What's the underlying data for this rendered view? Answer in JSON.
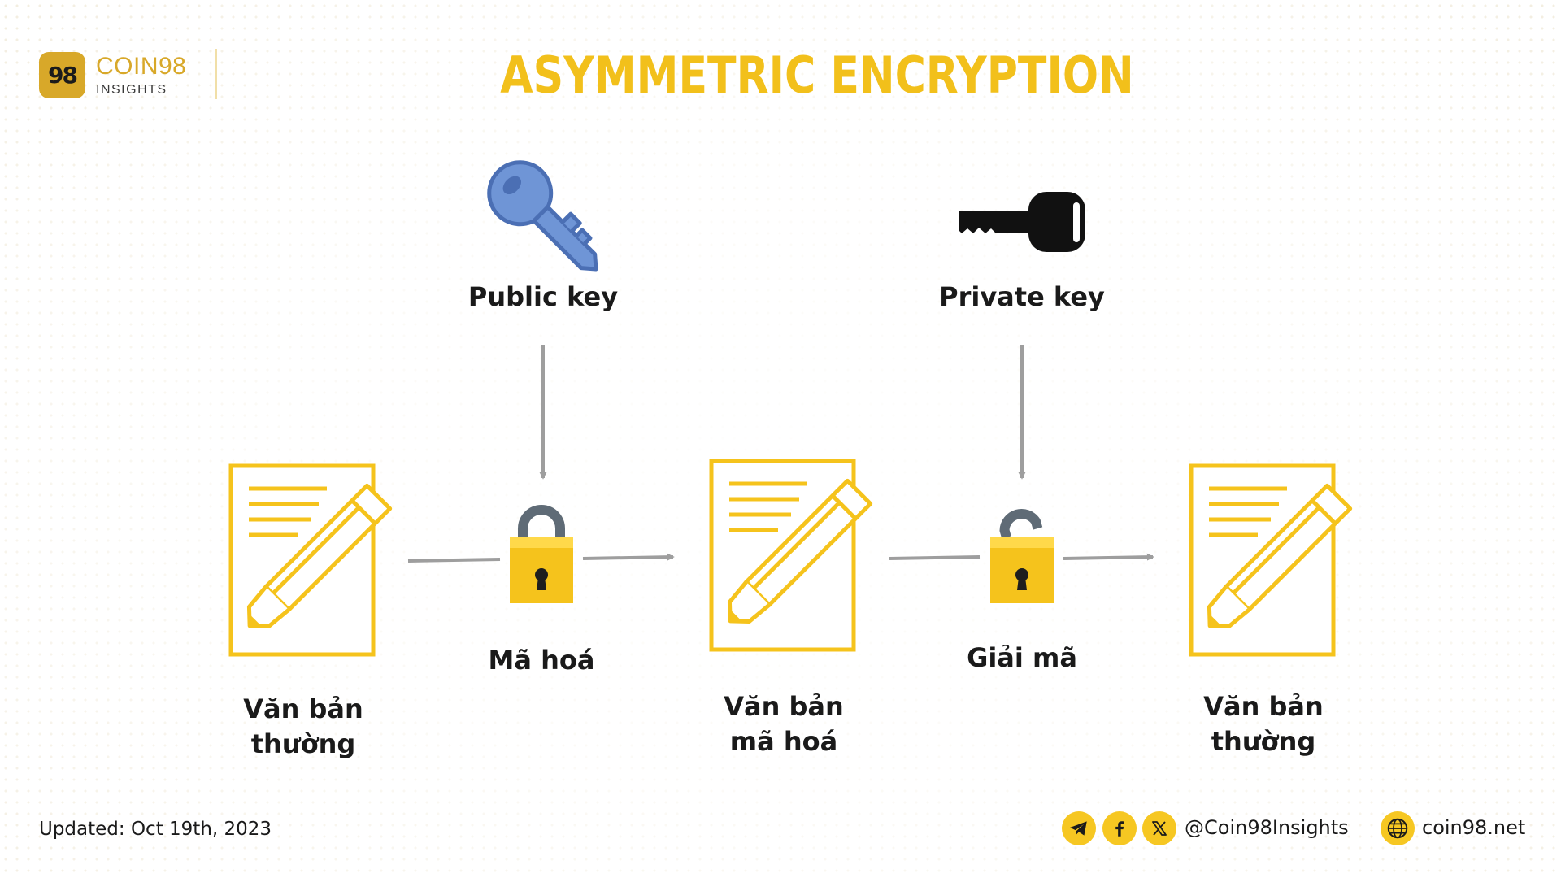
{
  "brand": {
    "badge": "98",
    "name": "COIN98",
    "sub": "INSIGHTS"
  },
  "title": "ASYMMETRIC ENCRYPTION",
  "keys": {
    "public": "Public key",
    "private": "Private key"
  },
  "steps": {
    "encrypt": "Mã hoá",
    "decrypt": "Giải mã"
  },
  "documents": [
    {
      "line1": "Văn bản",
      "line2": "thường"
    },
    {
      "line1": "Văn bản",
      "line2": "mã hoá"
    },
    {
      "line1": "Văn bản",
      "line2": "thường"
    }
  ],
  "footer": {
    "updated": "Updated: Oct 19th, 2023",
    "handle": "@Coin98Insights",
    "website": "coin98.net"
  },
  "icons": {
    "public_key": "blue-key-icon",
    "private_key": "black-key-icon",
    "lock_closed": "closed-padlock-icon",
    "lock_open": "open-padlock-icon",
    "document": "document-pencil-icon",
    "telegram": "telegram-icon",
    "facebook": "facebook-icon",
    "x": "x-icon",
    "globe": "globe-icon"
  },
  "colors": {
    "accent": "#f2c01b",
    "document": "#f5c31c",
    "arrow": "#9e9e9e",
    "public_key": "#6f95d6",
    "private_key": "#111111"
  }
}
